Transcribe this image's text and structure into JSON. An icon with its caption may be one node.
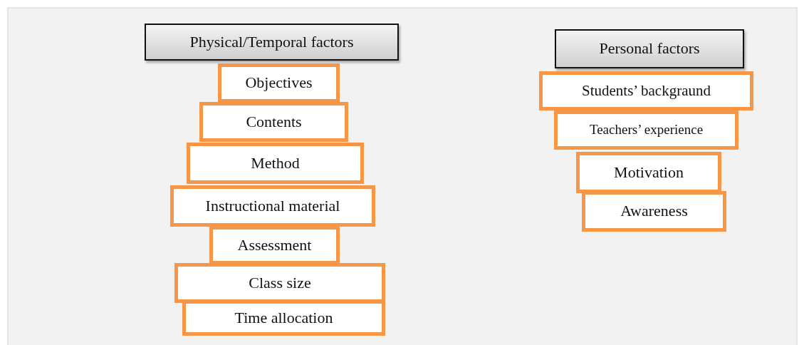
{
  "diagram": {
    "nodes": [
      {
        "text": [
          "Physical/Temporal factors"
        ]
      },
      {
        "text": [
          "Objectives"
        ]
      },
      {
        "text": [
          "Contents"
        ]
      },
      {
        "text": [
          "Method"
        ]
      },
      {
        "text": [
          "Instructional material"
        ]
      },
      {
        "text": [
          "Assessment"
        ]
      },
      {
        "text": [
          "Class size"
        ]
      },
      {
        "text": [
          "Time allocation"
        ]
      },
      {
        "text": [
          "Personal factors"
        ]
      },
      {
        "text": [
          "Students’ backgraund"
        ]
      },
      {
        "text": [
          "Teachers’ experience"
        ]
      },
      {
        "text": [
          "Motivation"
        ]
      },
      {
        "text": [
          "Awareness"
        ]
      }
    ]
  }
}
